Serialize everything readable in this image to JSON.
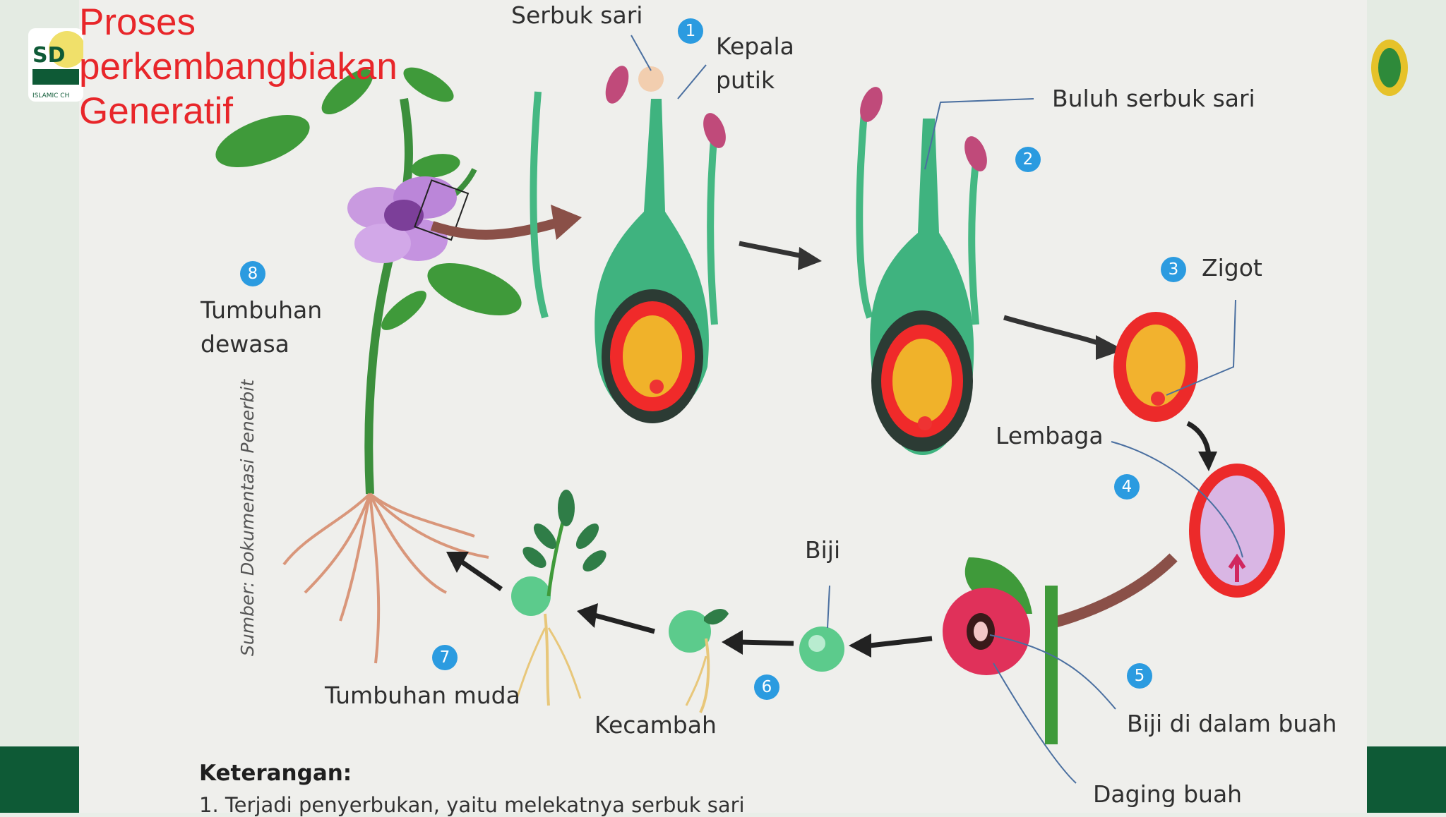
{
  "title": "Proses perkembangbiakan Generatif",
  "logo": {
    "text": "SD",
    "subtext": "ISLAMIC CH"
  },
  "labels": {
    "serbuk_sari": "Serbuk sari",
    "kepala_putik_1": "Kepala",
    "kepala_putik_2": "putik",
    "buluh_serbuk_sari": "Buluh serbuk sari",
    "zigot": "Zigot",
    "lembaga": "Lembaga",
    "tumbuhan_dewasa_1": "Tumbuhan",
    "tumbuhan_dewasa_2": "dewasa",
    "biji": "Biji",
    "kecambah": "Kecambah",
    "tumbuhan_muda": "Tumbuhan muda",
    "biji_di_dalam_buah": "Biji di dalam buah",
    "daging_buah": "Daging buah"
  },
  "steps": [
    "1",
    "2",
    "3",
    "4",
    "5",
    "6",
    "7",
    "8"
  ],
  "source": "Sumber: Dokumentasi Penerbit",
  "legend": {
    "title": "Keterangan:",
    "line1": "1. Terjadi penyerbukan, yaitu melekatnya serbuk sari"
  },
  "colors": {
    "title": "#e8262a",
    "step_badge": "#2b9be0",
    "footer": "#0e5a36",
    "pistil": "#3fb37f"
  }
}
